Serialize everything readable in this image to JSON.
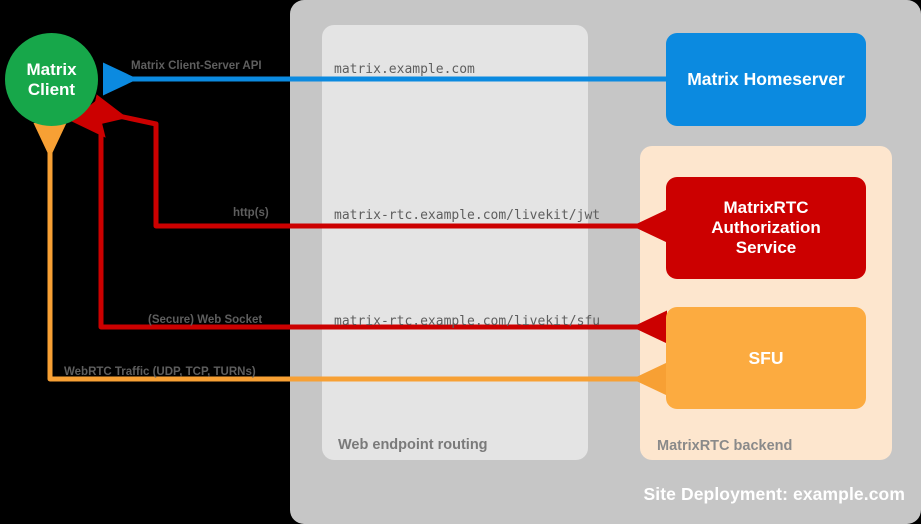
{
  "diagram": {
    "title": "MatrixRTC deployment topology",
    "background": "#000000"
  },
  "containers": {
    "site_deployment": {
      "label": "Site Deployment: example.com",
      "color": "#c6c6c6",
      "text_color": "#ffffff"
    },
    "web_routing": {
      "label": "Web endpoint routing",
      "color": "#e4e4e4",
      "text_color": "#7a7a7a"
    },
    "rtc_backend": {
      "label": "MatrixRTC backend",
      "color": "#fde6ce",
      "text_color": "#8a8a8a"
    }
  },
  "nodes": {
    "client": {
      "line1": "Matrix",
      "line2": "Client",
      "color": "#17a74a"
    },
    "homeserver": {
      "label": "Matrix Homeserver",
      "color": "#0b8ae0"
    },
    "auth_service": {
      "line1": "MatrixRTC",
      "line2": "Authorization",
      "line3": "Service",
      "color": "#cc0000"
    },
    "sfu": {
      "label": "SFU",
      "color": "#fcab40"
    }
  },
  "connections": [
    {
      "name": "matrix-client-server-api",
      "protocol_label": "Matrix Client-Server API",
      "endpoint_label": "matrix.example.com",
      "color": "#0b8ae0",
      "from": "Matrix Homeserver",
      "to": "Matrix Client"
    },
    {
      "name": "livekit-jwt",
      "protocol_label": "http(s)",
      "endpoint_label": "matrix-rtc.example.com/livekit/jwt",
      "color": "#cc0000",
      "from": "Matrix Client",
      "to": "MatrixRTC Authorization Service"
    },
    {
      "name": "livekit-sfu",
      "protocol_label": "(Secure) Web Socket",
      "endpoint_label": "matrix-rtc.example.com/livekit/sfu",
      "color": "#cc0000",
      "from": "Matrix Client",
      "to": "SFU"
    },
    {
      "name": "webrtc-traffic",
      "protocol_label": "WebRTC Traffic (UDP, TCP, TURNs)",
      "endpoint_label": "",
      "color": "#f7a034",
      "from": "Matrix Client",
      "to": "SFU"
    }
  ]
}
